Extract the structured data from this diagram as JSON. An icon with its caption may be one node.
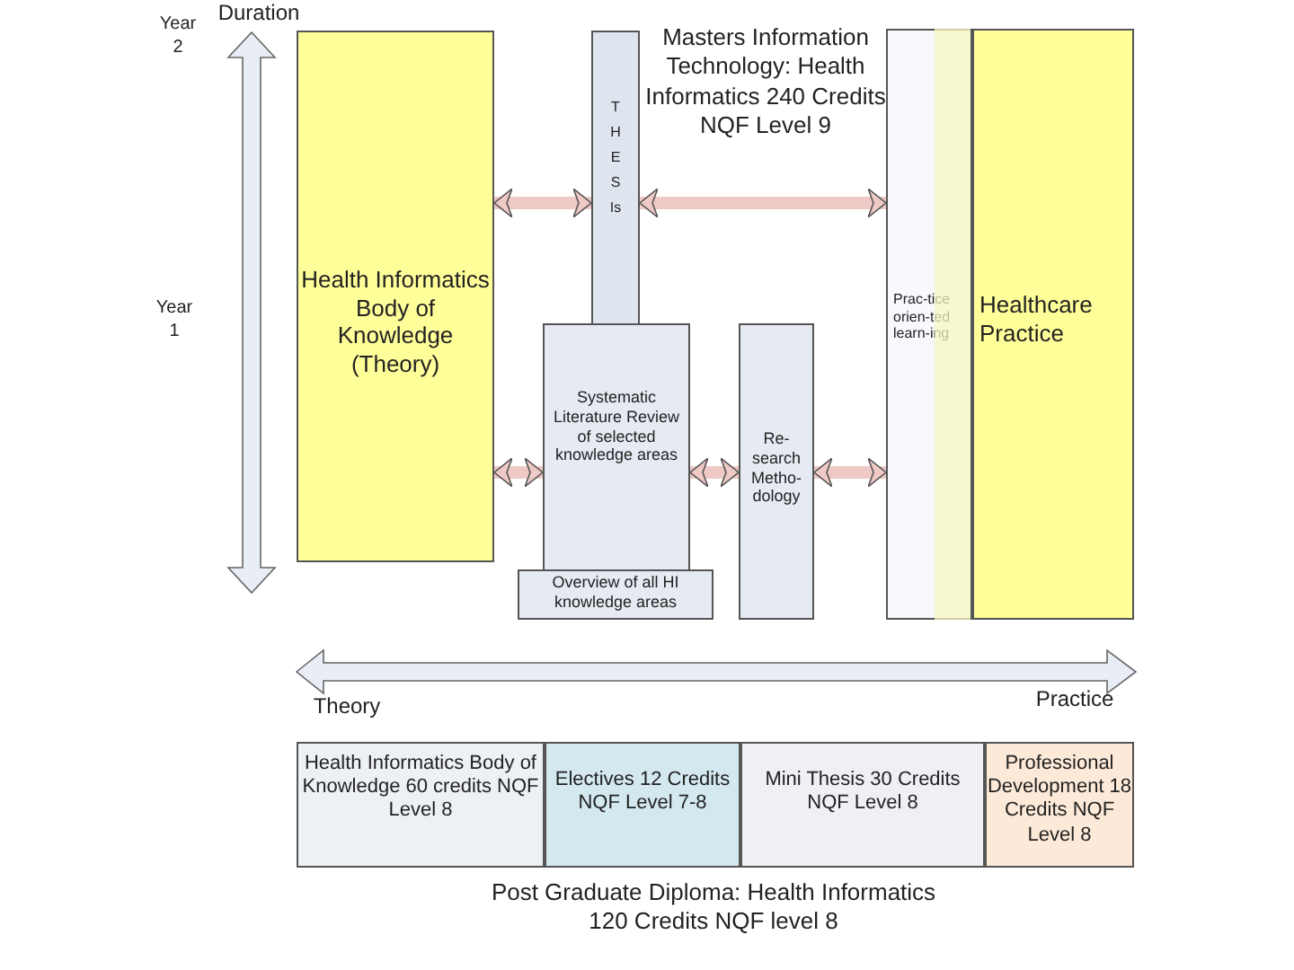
{
  "diagram": {
    "nodes": [
      {
        "text": [
          "Health Informatics Body of Knowledge (Theory)"
        ]
      },
      {
        "text": [
          "THESIs"
        ]
      },
      {
        "text": [
          "Systematic Literature Review of selected knowledge areas"
        ]
      },
      {
        "text": [
          "Overview of all HI knowledge areas"
        ]
      },
      {
        "text": [
          "Re- search Metho- dology"
        ]
      },
      {
        "text": [
          "Prac-tice orien-ted learn-ing"
        ]
      },
      {
        "text": [
          "Healthcare Practice"
        ]
      },
      {
        "text": [
          "Health Informatics Body of Knowledge 60 credits NQF Level 8"
        ]
      },
      {
        "text": [
          "Electives 12 Credits NQF Level 7-8"
        ]
      },
      {
        "text": [
          "Mini Thesis 30 Credits NQF Level 8"
        ]
      },
      {
        "text": [
          "Professional Development 18 Credits NQF Level 8"
        ]
      }
    ],
    "edges": [
      {
        "from": 0,
        "to": 1,
        "arrow": "both"
      },
      {
        "from": 1,
        "to": 5,
        "arrow": "both"
      },
      {
        "from": 0,
        "to": 2,
        "arrow": "both"
      },
      {
        "from": 2,
        "to": 4,
        "arrow": "both"
      },
      {
        "from": 4,
        "to": 5,
        "arrow": "both"
      }
    ],
    "labels": [
      "Year 2",
      "Duration",
      "Masters Information Technology: Health Informatics 240 Credits NQF Level 9",
      "Year 1",
      "Theory",
      "Practice",
      "Post Graduate Diploma: Health Informatics 120 Credits NQF level 8"
    ]
  }
}
